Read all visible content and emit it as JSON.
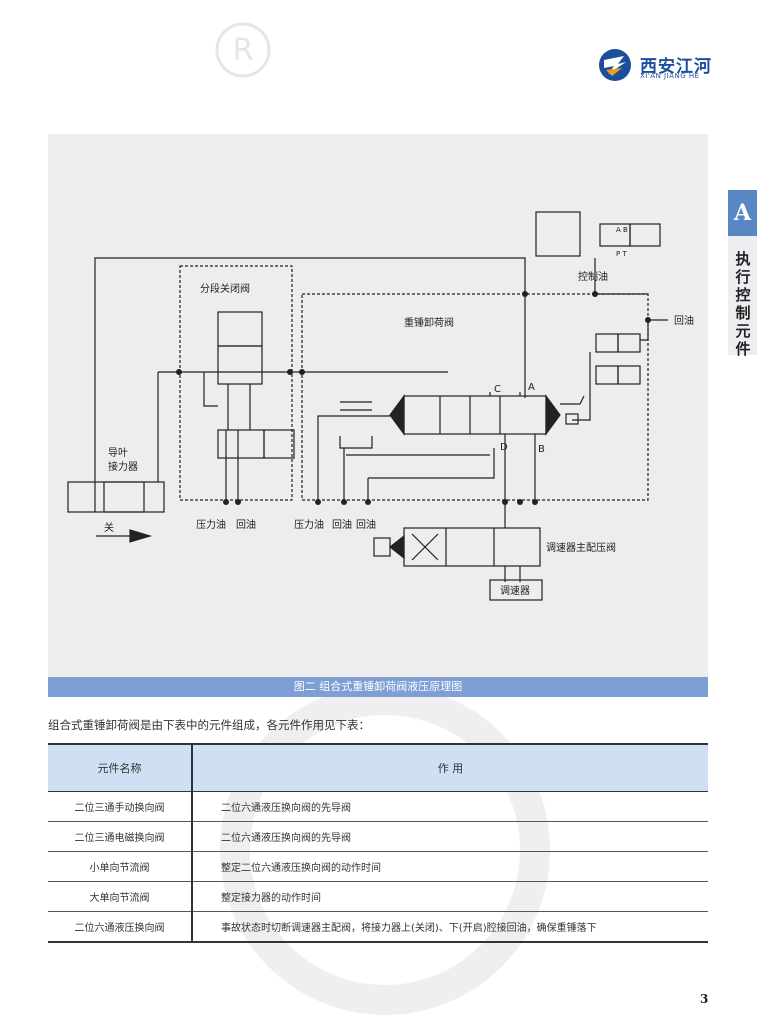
{
  "header": {
    "logo_name": "西安江河",
    "logo_sub": "XI'AN JIANG HE",
    "registered_mark": "R"
  },
  "side_tab": {
    "letter": "A",
    "label": "执行控制元件"
  },
  "diagram": {
    "labels": {
      "control_oil": "控制油",
      "return_oil_right": "回油",
      "section_valve": "分段关闭阀",
      "hammer_valve": "重锤卸荷阀",
      "port_c": "C",
      "port_a": "A",
      "port_d": "D",
      "port_b": "B",
      "vane_line1": "导叶",
      "vane_line2": "接力器",
      "close": "关",
      "pressure_oil_1": "压力油",
      "return_oil_1": "回油",
      "pressure_oil_2": "压力油",
      "return_oil_2": "回油",
      "return_oil_3": "回油",
      "governor_main_valve": "调速器主配压阀",
      "governor": "调速器",
      "pilot_ports_ab": "A B",
      "pilot_ports_pt": "P T"
    }
  },
  "figure_caption": "图二  组合式重锤卸荷阀液压原理图",
  "intro_text": "组合式重锤卸荷阀是由下表中的元件组成，各元件作用见下表：",
  "component_table": {
    "headers": [
      "元件名称",
      "作    用"
    ],
    "rows": [
      [
        "二位三通手动换向阀",
        "二位六通液压换向阀的先导阀"
      ],
      [
        "二位三通电磁换向阀",
        "二位六通液压换向阀的先导阀"
      ],
      [
        "小单向节流阀",
        "整定二位六通液压换向阀的动作时间"
      ],
      [
        "大单向节流阀",
        "整定接力器的动作时间"
      ],
      [
        "二位六通液压换向阀",
        "事故状态时切断调速器主配阀，将接力器上(关闭)、下(开启)腔接回油，确保重锤落下"
      ]
    ]
  },
  "page_number": "3",
  "colors": {
    "brand_blue": "#1b4f9c",
    "tab_blue": "#5b86c4",
    "caption_blue": "#7e9fd4",
    "table_header_bg": "#cfe0f2"
  }
}
